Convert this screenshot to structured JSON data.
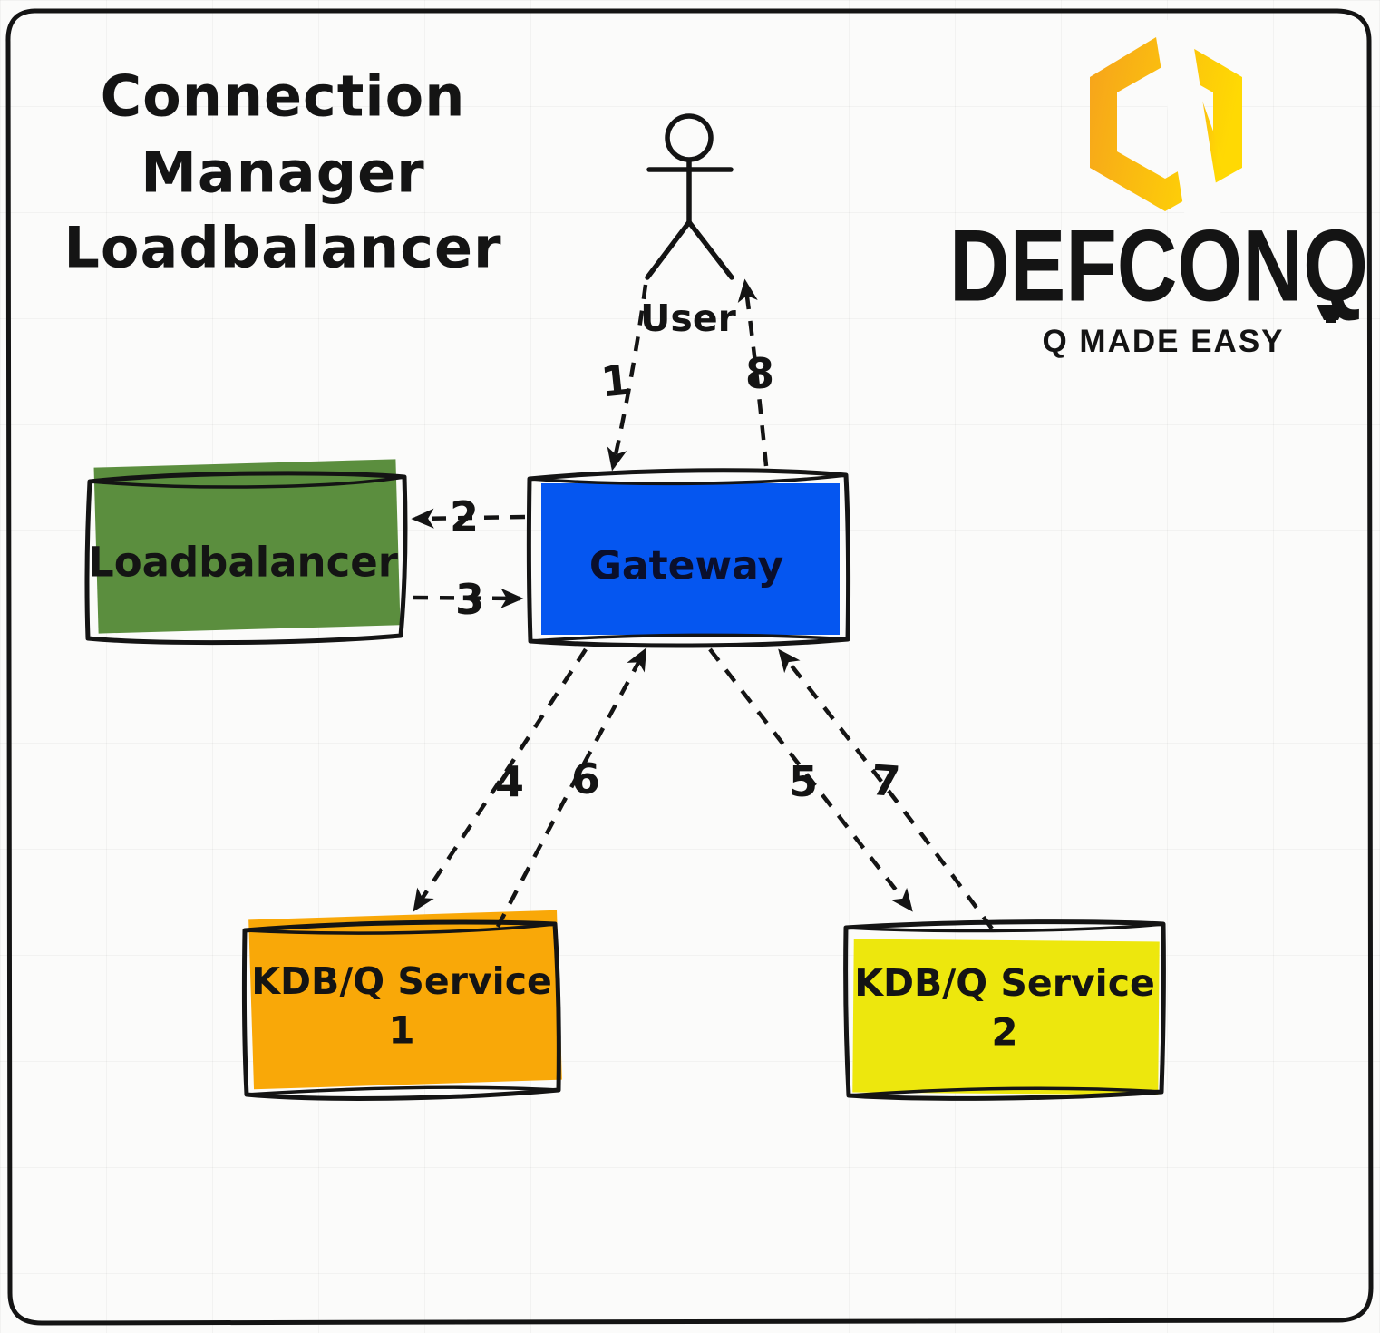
{
  "title": {
    "line1": "Connection",
    "line2": "Manager",
    "line3": "Loadbalancer"
  },
  "brand": {
    "wordmark": "DEFCONQ",
    "tagline": "Q MADE EASY",
    "logo_icon": "hexagon-cq-monogram",
    "gradient_start": "#F6A21C",
    "gradient_end": "#FFD903",
    "ink": "#141414"
  },
  "actor": {
    "label": "User"
  },
  "nodes": {
    "loadbalancer": {
      "label": "Loadbalancer",
      "fill": "#5B8E3E"
    },
    "gateway": {
      "label": "Gateway",
      "fill": "#0556F0"
    },
    "service1": {
      "label": "KDB/Q Service",
      "number": "1",
      "fill": "#F9A808"
    },
    "service2": {
      "label": "KDB/Q Service",
      "number": "2",
      "fill": "#EDE70D"
    }
  },
  "edges": [
    {
      "label": "1",
      "from": "User",
      "to": "Gateway",
      "style": "dashed"
    },
    {
      "label": "2",
      "from": "Gateway",
      "to": "Loadbalancer",
      "style": "dashed"
    },
    {
      "label": "3",
      "from": "Loadbalancer",
      "to": "Gateway",
      "style": "dashed"
    },
    {
      "label": "4",
      "from": "Gateway",
      "to": "KDB/Q Service 1",
      "style": "dashed"
    },
    {
      "label": "5",
      "from": "Gateway",
      "to": "KDB/Q Service 2",
      "style": "dashed"
    },
    {
      "label": "6",
      "from": "KDB/Q Service 1",
      "to": "Gateway",
      "style": "dashed"
    },
    {
      "label": "7",
      "from": "KDB/Q Service 2",
      "to": "Gateway",
      "style": "dashed"
    },
    {
      "label": "8",
      "from": "Gateway",
      "to": "User",
      "style": "dashed"
    }
  ]
}
